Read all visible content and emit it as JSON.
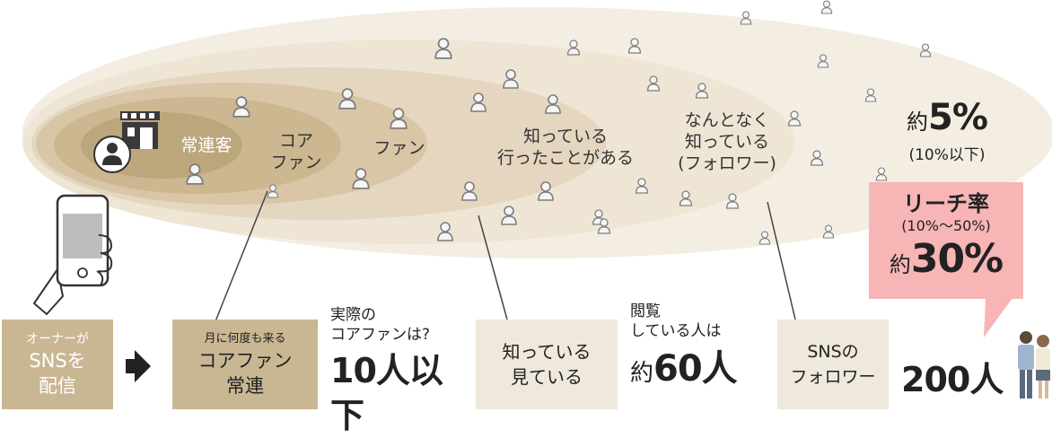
{
  "rings": {
    "inner": "常連客",
    "core_fan": [
      "コア",
      "ファン"
    ],
    "fan": "ファン",
    "know_visit": [
      "知っている",
      "行ったことがある"
    ],
    "vaguely": [
      "なんとなく",
      "知っている",
      "(フォロワー)"
    ]
  },
  "percentages": {
    "outer": {
      "prefix": "約",
      "value": "5%",
      "note": "(10%以下)"
    },
    "reach": {
      "title": "リーチ率",
      "range": "(10%〜50%)",
      "prefix": "約",
      "value": "30%"
    }
  },
  "bottom": {
    "owner_box": {
      "line1": "オーナーが",
      "line2": "SNSを",
      "line3": "配信"
    },
    "regular_box": {
      "line1": "月に何度も来る",
      "line2": "コアファン",
      "line3": "常連"
    },
    "actual": {
      "line1": "実際の",
      "line2": "コアファンは?",
      "count": "10人以下"
    },
    "know_see_box": {
      "line1": "知っている",
      "line2": "見ている"
    },
    "viewing": {
      "line1": "閲覧",
      "line2": "している人は",
      "prefix": "約",
      "count": "60人"
    },
    "follower_box": {
      "line1": "SNSの",
      "line2": "フォロワー"
    },
    "follower_count": "200人"
  },
  "colors": {
    "outer_ellipse": "#f4ede2",
    "ring2": "#efe5d5",
    "ring3": "#e4d6bf",
    "ring4": "#d8c6a6",
    "inner": "#bca67c",
    "box_tan": "#c9b793",
    "box_light": "#efe8dc",
    "reach_pink": "#f7b5b5",
    "person_icon": "#8a8a8a"
  }
}
